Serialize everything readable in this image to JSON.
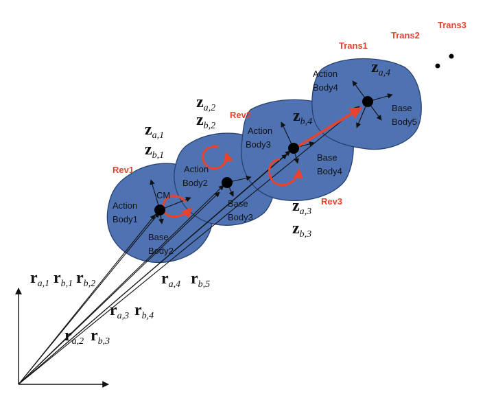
{
  "colors": {
    "body_fill": "#4f72b3",
    "body_stroke": "#26406f",
    "accent": "#e8432e",
    "ink": "#111111"
  },
  "joints": {
    "rev1": "Rev1",
    "rev2": "Rev2",
    "rev3": "Rev3",
    "trans1": "Trans1",
    "trans2": "Trans2",
    "trans3": "Trans3"
  },
  "bodies": {
    "action1_a": "Action",
    "action1_b": "Body1",
    "action2_a": "Action",
    "action2_b": "Body2",
    "action3_a": "Action",
    "action3_b": "Body3",
    "action4_a": "Action",
    "action4_b": "Body4",
    "base2_a": "Base",
    "base2_b": "Body2",
    "base3_a": "Base",
    "base3_b": "Body3",
    "base4_a": "Base",
    "base4_b": "Body4",
    "base5_a": "Base",
    "base5_b": "Body5",
    "cm": "CM"
  },
  "symbols": {
    "z_main": "z",
    "r_main": "r",
    "za1": "a,1",
    "zb1": "b,1",
    "za2": "a,2",
    "zb2": "b,2",
    "za3": "a,3",
    "zb3": "b,3",
    "za4": "a,4",
    "zb4": "b,4",
    "ra1": "a,1",
    "rb1": "b,1",
    "rb2": "b,2",
    "ra2": "a,2",
    "rb3": "b,3",
    "ra3": "a,3",
    "rb4": "b,4",
    "ra4": "a,4",
    "rb5": "b,5"
  }
}
